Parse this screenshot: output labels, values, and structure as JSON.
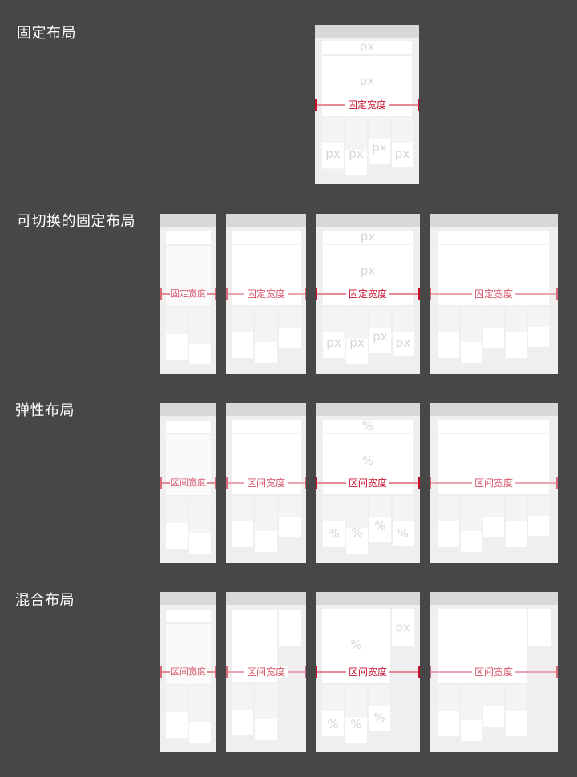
{
  "colors": {
    "background": "#474747",
    "frame": "#efefef",
    "frame_header": "#d8d8d8",
    "block": "#ffffff",
    "column": "#f4f4f4",
    "placeholder_text": "#d6d6d6",
    "measure_strong": "#c8102e",
    "measure_light": "#e38c98"
  },
  "rows": [
    {
      "label": "固定布局",
      "measure_label": "固定宽度",
      "unit": "px",
      "frames": [
        {
          "width_kind": "single",
          "header_unit": "px",
          "main_unit": "px",
          "col_units": [
            "px",
            "px",
            "px",
            "px"
          ]
        }
      ]
    },
    {
      "label": "可切换的固定布局",
      "measure_label": "固定宽度",
      "unit": "px",
      "frames": [
        {
          "width_kind": "xs",
          "col_units": []
        },
        {
          "width_kind": "sm",
          "col_units": []
        },
        {
          "width_kind": "md",
          "header_unit": "px",
          "main_unit": "px",
          "col_units": [
            "px",
            "px",
            "px",
            "px"
          ]
        },
        {
          "width_kind": "lg",
          "col_units": []
        }
      ]
    },
    {
      "label": "弹性布局",
      "measure_label": "区间宽度",
      "unit": "%",
      "frames": [
        {
          "width_kind": "xs",
          "col_units": []
        },
        {
          "width_kind": "sm",
          "col_units": []
        },
        {
          "width_kind": "md",
          "header_unit": "%",
          "main_unit": "%",
          "col_units": [
            "%",
            "%",
            "%",
            "%"
          ]
        },
        {
          "width_kind": "lg",
          "col_units": []
        }
      ]
    },
    {
      "label": "混合布局",
      "measure_label": "区间宽度",
      "unit": "mixed",
      "frames": [
        {
          "width_kind": "xs",
          "col_units": []
        },
        {
          "width_kind": "sm",
          "col_units": []
        },
        {
          "width_kind": "md",
          "main_unit": "%",
          "side_unit": "px",
          "col_units": [
            "%",
            "%",
            "%"
          ]
        },
        {
          "width_kind": "lg",
          "col_units": []
        }
      ]
    }
  ],
  "text": {
    "row0_label": "固定布局",
    "row1_label": "可切换的固定布局",
    "row2_label": "弹性布局",
    "row3_label": "混合布局",
    "fixed_width": "固定宽度",
    "range_width": "区间宽度",
    "px": "px",
    "pct": "%"
  }
}
